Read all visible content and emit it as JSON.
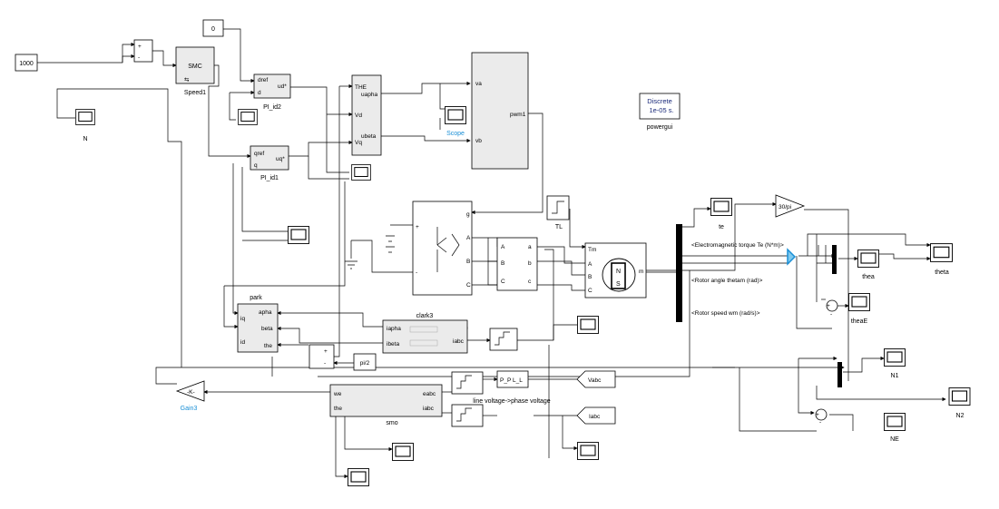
{
  "constants": {
    "speed_ref": "1000",
    "id_ref": "0",
    "pi_half": "pi/2",
    "gain_k": "-K-",
    "gain_30pi": "30/pi"
  },
  "blocks": {
    "smc": "SMC",
    "speed1": "Speed1",
    "pi_id2": "PI_id2",
    "pi_id1": "PI_id1",
    "park": "park",
    "clark3": "clark3",
    "smo": "smo",
    "gain3": "Gain3",
    "scope": "Scope",
    "tl": "TL",
    "line_voltage": "line voltage->phase voltage",
    "ppll": "P_P  L_L",
    "vabc": "Vabc",
    "iabc": "Iabc"
  },
  "ports": {
    "dref": "dref",
    "d": "d",
    "ud": "ud*",
    "qref": "qref",
    "q": "q",
    "uq": "uq*",
    "the_in": "THE",
    "vd": "Vd",
    "vq": "Vq",
    "uapha": "uapha",
    "ubeta": "ubeta",
    "va": "va",
    "vb": "vb",
    "pwm1": "pwm1",
    "g": "g",
    "A": "A",
    "B": "B",
    "C": "C",
    "a": "a",
    "b": "b",
    "c": "c",
    "tm": "Tm",
    "m": "m",
    "iq": "iq",
    "id": "id",
    "apha": "apha",
    "beta": "beta",
    "the": "the",
    "iapha": "iapha",
    "ibeta": "ibeta",
    "iabc": "iabc",
    "we": "we",
    "the_smo": "the",
    "eabc": "eabc",
    "iabc_smo": "iabc",
    "plus": "+",
    "minus": "-",
    "motor_label": "N\nS"
  },
  "bus_signals": {
    "te_signal": "<Electromagnetic torque Te (N*m)>",
    "theta_signal": "<Rotor angle thetam (rad)>",
    "wm_signal": "<Rotor speed wm (rad/s)>"
  },
  "scopes": {
    "n": "N",
    "te": "te",
    "thea": "thea",
    "theta": "theta",
    "theaE": "theaE",
    "n1": "N1",
    "n2": "N2",
    "ne": "NE"
  },
  "powergui": {
    "line1": "Discrete",
    "line2": "1e-05 s.",
    "label": "powergui"
  }
}
